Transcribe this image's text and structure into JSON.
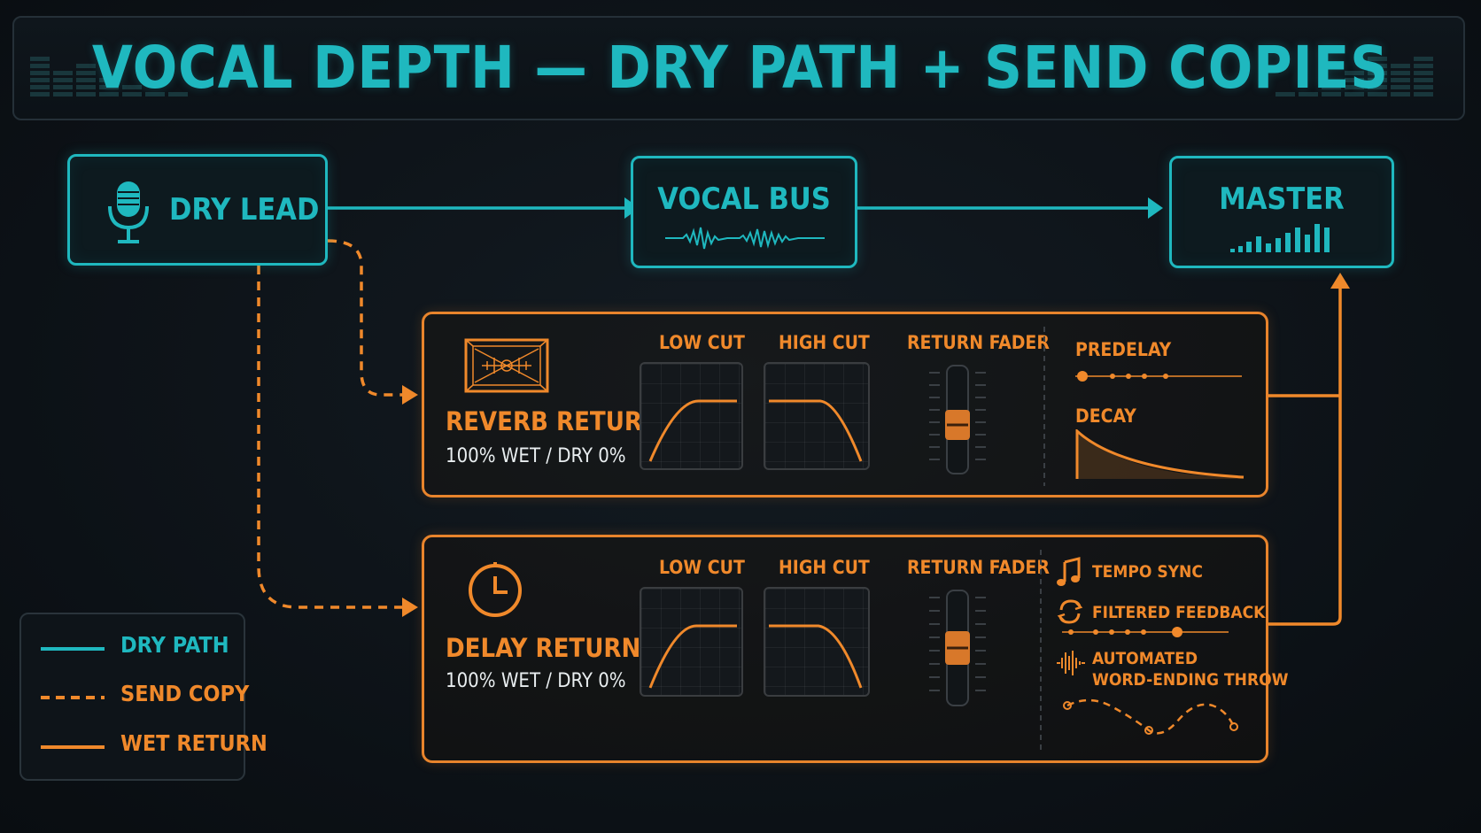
{
  "title": "VOCAL DEPTH — DRY PATH + SEND COPIES",
  "colors": {
    "dry": "#1fb8bf",
    "send": "#f0892b",
    "wet": "#f0892b",
    "background": "#0c1116"
  },
  "nodes": {
    "dry_lead": {
      "label": "DRY LEAD",
      "icon": "microphone-icon"
    },
    "vocal_bus": {
      "label": "VOCAL BUS",
      "icon": "waveform-icon"
    },
    "master": {
      "label": "MASTER",
      "icon": "level-meter-icon"
    }
  },
  "reverb": {
    "title": "REVERB RETURN",
    "subtitle": "100% WET / DRY 0%",
    "icon": "reverb-room-icon",
    "low_cut": "LOW CUT",
    "high_cut": "HIGH CUT",
    "fader": "RETURN FADER",
    "predelay": "PREDELAY",
    "decay": "DECAY"
  },
  "delay": {
    "title": "DELAY RETURN",
    "subtitle": "100% WET / DRY 0%",
    "icon": "clock-icon",
    "low_cut": "LOW CUT",
    "high_cut": "HIGH CUT",
    "fader": "RETURN FADER",
    "features": {
      "tempo_sync": "TEMPO SYNC",
      "filtered_feedback": "FILTERED FEEDBACK",
      "throw_line1": "AUTOMATED",
      "throw_line2": "WORD-ENDING THROW"
    }
  },
  "legend": {
    "dry_path": "DRY PATH",
    "send_copy": "SEND COPY",
    "wet_return": "WET RETURN"
  }
}
